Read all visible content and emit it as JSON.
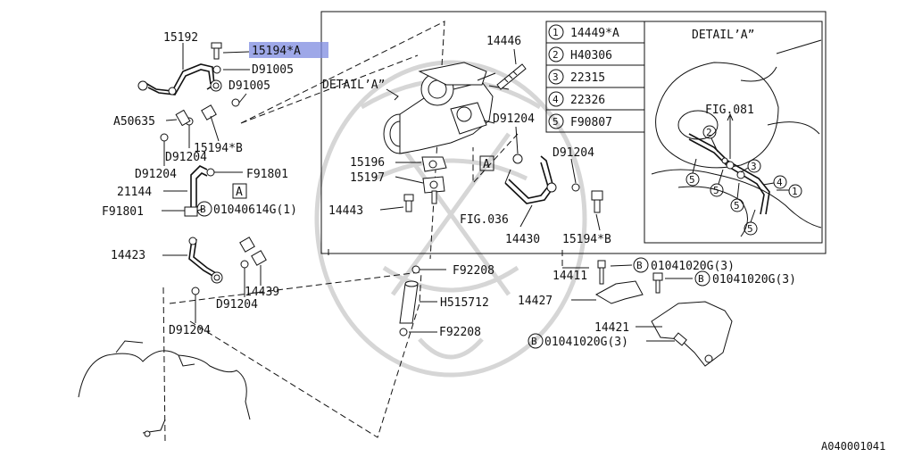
{
  "labels": {
    "p15192": "15192",
    "p15194a": "15194*A",
    "pD91005a": "D91005",
    "pD91005b": "D91005",
    "pA50635": "A50635",
    "p15194b_l": "15194*B",
    "pD91204_l1": "D91204",
    "pD91204_l2": "D91204",
    "pF91801_a": "F91801",
    "p21144": "21144",
    "pA_left": "A",
    "pF91801_b": "F91801",
    "pB_left": "B",
    "p01040614G": "01040614G(1)",
    "p14423": "14423",
    "p14439": "14439",
    "pD91204_l3": "D91204",
    "pD91204_l4": "D91204",
    "pDetailA_main": "DETAIL’A”",
    "p14446": "14446",
    "pD91204_m1": "D91204",
    "pD91204_m2": "D91204",
    "p15196": "15196",
    "p15197": "15197",
    "pA_mid": "A",
    "p14443": "14443",
    "pFIG036": "FIG.036",
    "p14430": "14430",
    "p15194b_m": "15194*B",
    "p14411": "14411",
    "pF92208_a": "F92208",
    "pH515712": "H515712",
    "pF92208_b": "F92208",
    "p14427": "14427",
    "p14421": "14421",
    "pB1": "B",
    "p01041020G_1": "01041020G(3)",
    "pB2": "B",
    "p01041020G_2": "01041020G(3)",
    "pB3": "B",
    "p01041020G_3": "01041020G(3)",
    "detailTitle": "DETAIL’A”",
    "pFIG081": "FIG.081",
    "d1": "1",
    "d2": "2",
    "d3": "3",
    "d4": "4",
    "d5a": "5",
    "d5b": "5",
    "d5c": "5",
    "d5d": "5",
    "diagramId": "A040001041"
  },
  "legend": [
    {
      "num": "1",
      "code": "14449*A"
    },
    {
      "num": "2",
      "code": "H40306"
    },
    {
      "num": "3",
      "code": "22315"
    },
    {
      "num": "4",
      "code": "22326"
    },
    {
      "num": "5",
      "code": "F90807"
    }
  ],
  "colors": {
    "highlight": "#7e8be0",
    "line": "#111111",
    "watermark": "#d6d6d6"
  }
}
